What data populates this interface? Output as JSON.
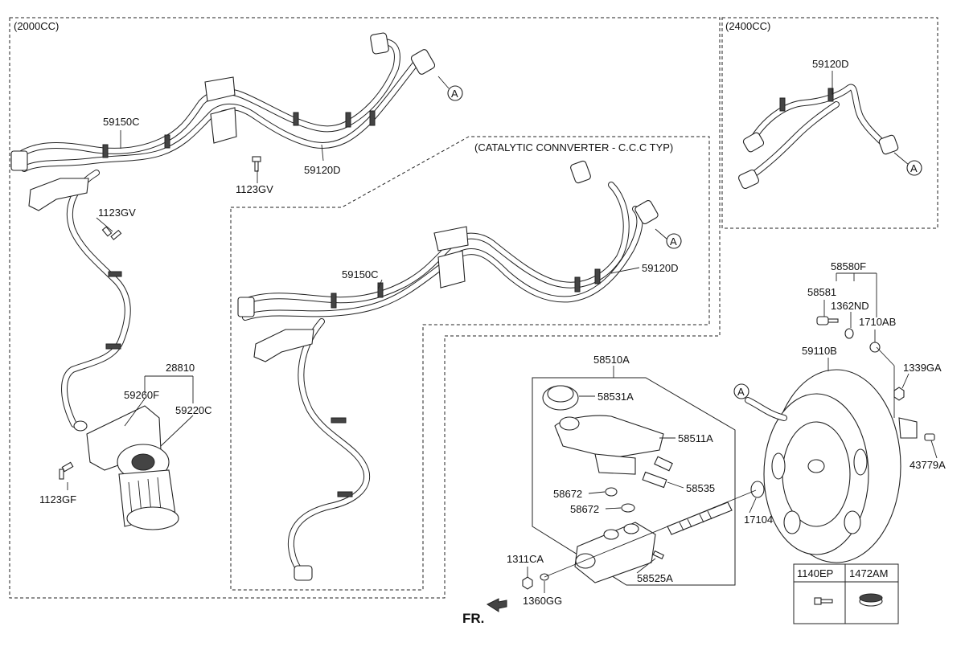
{
  "sections": {
    "s2000": "(2000CC)",
    "s2400": "(2400CC)",
    "catalytic": "(CATALYTIC CONNVERTER - C.C.C TYP)"
  },
  "labels": {
    "l59150C_a": "59150C",
    "l59120D_a": "59120D",
    "l1123GV_a": "1123GV",
    "l1123GV_b": "1123GV",
    "l28810": "28810",
    "l59260F": "59260F",
    "l59220C": "59220C",
    "l1123GF": "1123GF",
    "l59120D_b": "59120D",
    "l59150C_b": "59150C",
    "l59120D_c": "59120D",
    "l58510A": "58510A",
    "l58531A": "58531A",
    "l58511A": "58511A",
    "l58535": "58535",
    "l58672_a": "58672",
    "l58672_b": "58672",
    "l58525A": "58525A",
    "l1311CA": "1311CA",
    "l1360GG": "1360GG",
    "l17104": "17104",
    "l58580F": "58580F",
    "l58581": "58581",
    "l1362ND": "1362ND",
    "l1710AB": "1710AB",
    "l59110B": "59110B",
    "l1339GA": "1339GA",
    "l43779A": "43779A"
  },
  "callouts": {
    "a1": "A",
    "a2": "A",
    "a3": "A",
    "a4": "A"
  },
  "legend": {
    "col1": "1140EP",
    "col2": "1472AM"
  },
  "fr_label": "FR."
}
